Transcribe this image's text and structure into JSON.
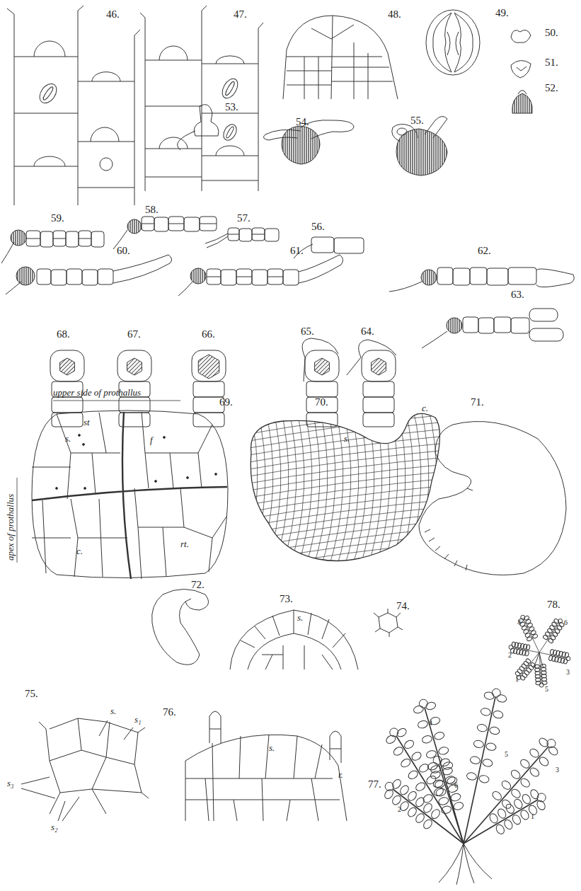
{
  "diagram": {
    "labels": [
      "46.",
      "47.",
      "48.",
      "49.",
      "50.",
      "51.",
      "52.",
      "53.",
      "54.",
      "55.",
      "59.",
      "58.",
      "57.",
      "56.",
      "60.",
      "61.",
      "62.",
      "68.",
      "67.",
      "66.",
      "65.",
      "64.",
      "63.",
      "69.",
      "upper side of prothallus",
      "apex of prothallus",
      "st",
      "s.",
      "f",
      "c.",
      "rt.",
      "70.",
      "c.",
      "s.",
      "71.",
      "72.",
      "73.",
      "s.",
      "74.",
      "78.",
      "75.",
      "s.",
      "s₁",
      "s₃",
      "s₂",
      "76.",
      "s.",
      "r.",
      "77.",
      "6",
      "4",
      "2",
      "3",
      "1",
      "5",
      "4",
      "5",
      "6",
      "3",
      "2",
      "1"
    ]
  }
}
